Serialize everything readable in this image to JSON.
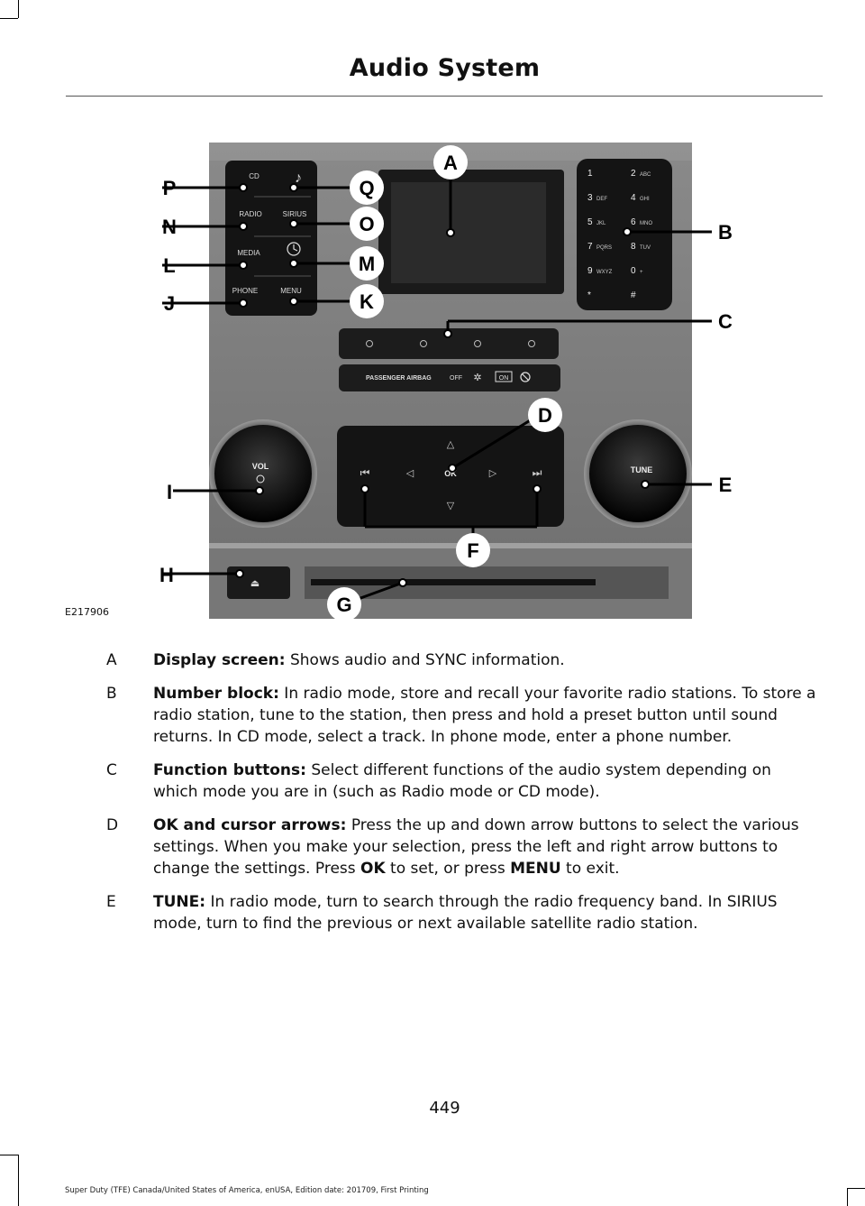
{
  "page": {
    "title": "Audio System",
    "figure_code": "E217906",
    "page_number": "449",
    "footer": "Super Duty (TFE) Canada/United States of America, enUSA, Edition date: 201709, First Printing"
  },
  "figure": {
    "callouts": [
      "A",
      "B",
      "C",
      "D",
      "E",
      "F",
      "G",
      "H",
      "I",
      "J",
      "K",
      "L",
      "M",
      "N",
      "O",
      "P",
      "Q"
    ],
    "buttons": {
      "cd": "CD",
      "radio": "RADIO",
      "sirius": "SIRIUS",
      "media": "MEDIA",
      "phone": "PHONE",
      "menu": "MENU",
      "vol": "VOL",
      "tune": "TUNE",
      "ok": "OK",
      "airbag": "PASSENGER AIRBAG",
      "airbag_off": "OFF",
      "airbag_on": "ON"
    },
    "keypad": [
      {
        "n": "1",
        "l": ""
      },
      {
        "n": "2",
        "l": "ABC"
      },
      {
        "n": "3",
        "l": "DEF"
      },
      {
        "n": "4",
        "l": "GHI"
      },
      {
        "n": "5",
        "l": "JKL"
      },
      {
        "n": "6",
        "l": "MNO"
      },
      {
        "n": "7",
        "l": "PQRS"
      },
      {
        "n": "8",
        "l": "TUV"
      },
      {
        "n": "9",
        "l": "WXYZ"
      },
      {
        "n": "0",
        "l": "+"
      },
      {
        "n": "*",
        "l": ""
      },
      {
        "n": "#",
        "l": ""
      }
    ]
  },
  "items": [
    {
      "letter": "A",
      "term": "Display screen:",
      "text": " Shows audio and SYNC information."
    },
    {
      "letter": "B",
      "term": "Number block:",
      "text": " In radio mode, store and recall your favorite radio stations. To store a radio station, tune to the station, then press and hold a preset button until sound returns. In CD mode, select a track. In phone mode, enter a phone number."
    },
    {
      "letter": "C",
      "term": "Function buttons:",
      "text": " Select different functions of the audio system depending on which mode you are in (such as Radio mode or CD mode)."
    },
    {
      "letter": "D",
      "term": "OK and cursor arrows:",
      "text_1": " Press the up and down arrow buttons to select the various settings. When you make your selection, press the left and right arrow buttons to change the settings. Press ",
      "strong_1": "OK",
      "text_2": " to set, or press ",
      "strong_2": "MENU",
      "text_3": " to exit."
    },
    {
      "letter": "E",
      "term": "TUNE:",
      "text": " In radio mode, turn to search through the radio frequency band. In SIRIUS mode, turn to find the previous or next available satellite radio station."
    }
  ]
}
